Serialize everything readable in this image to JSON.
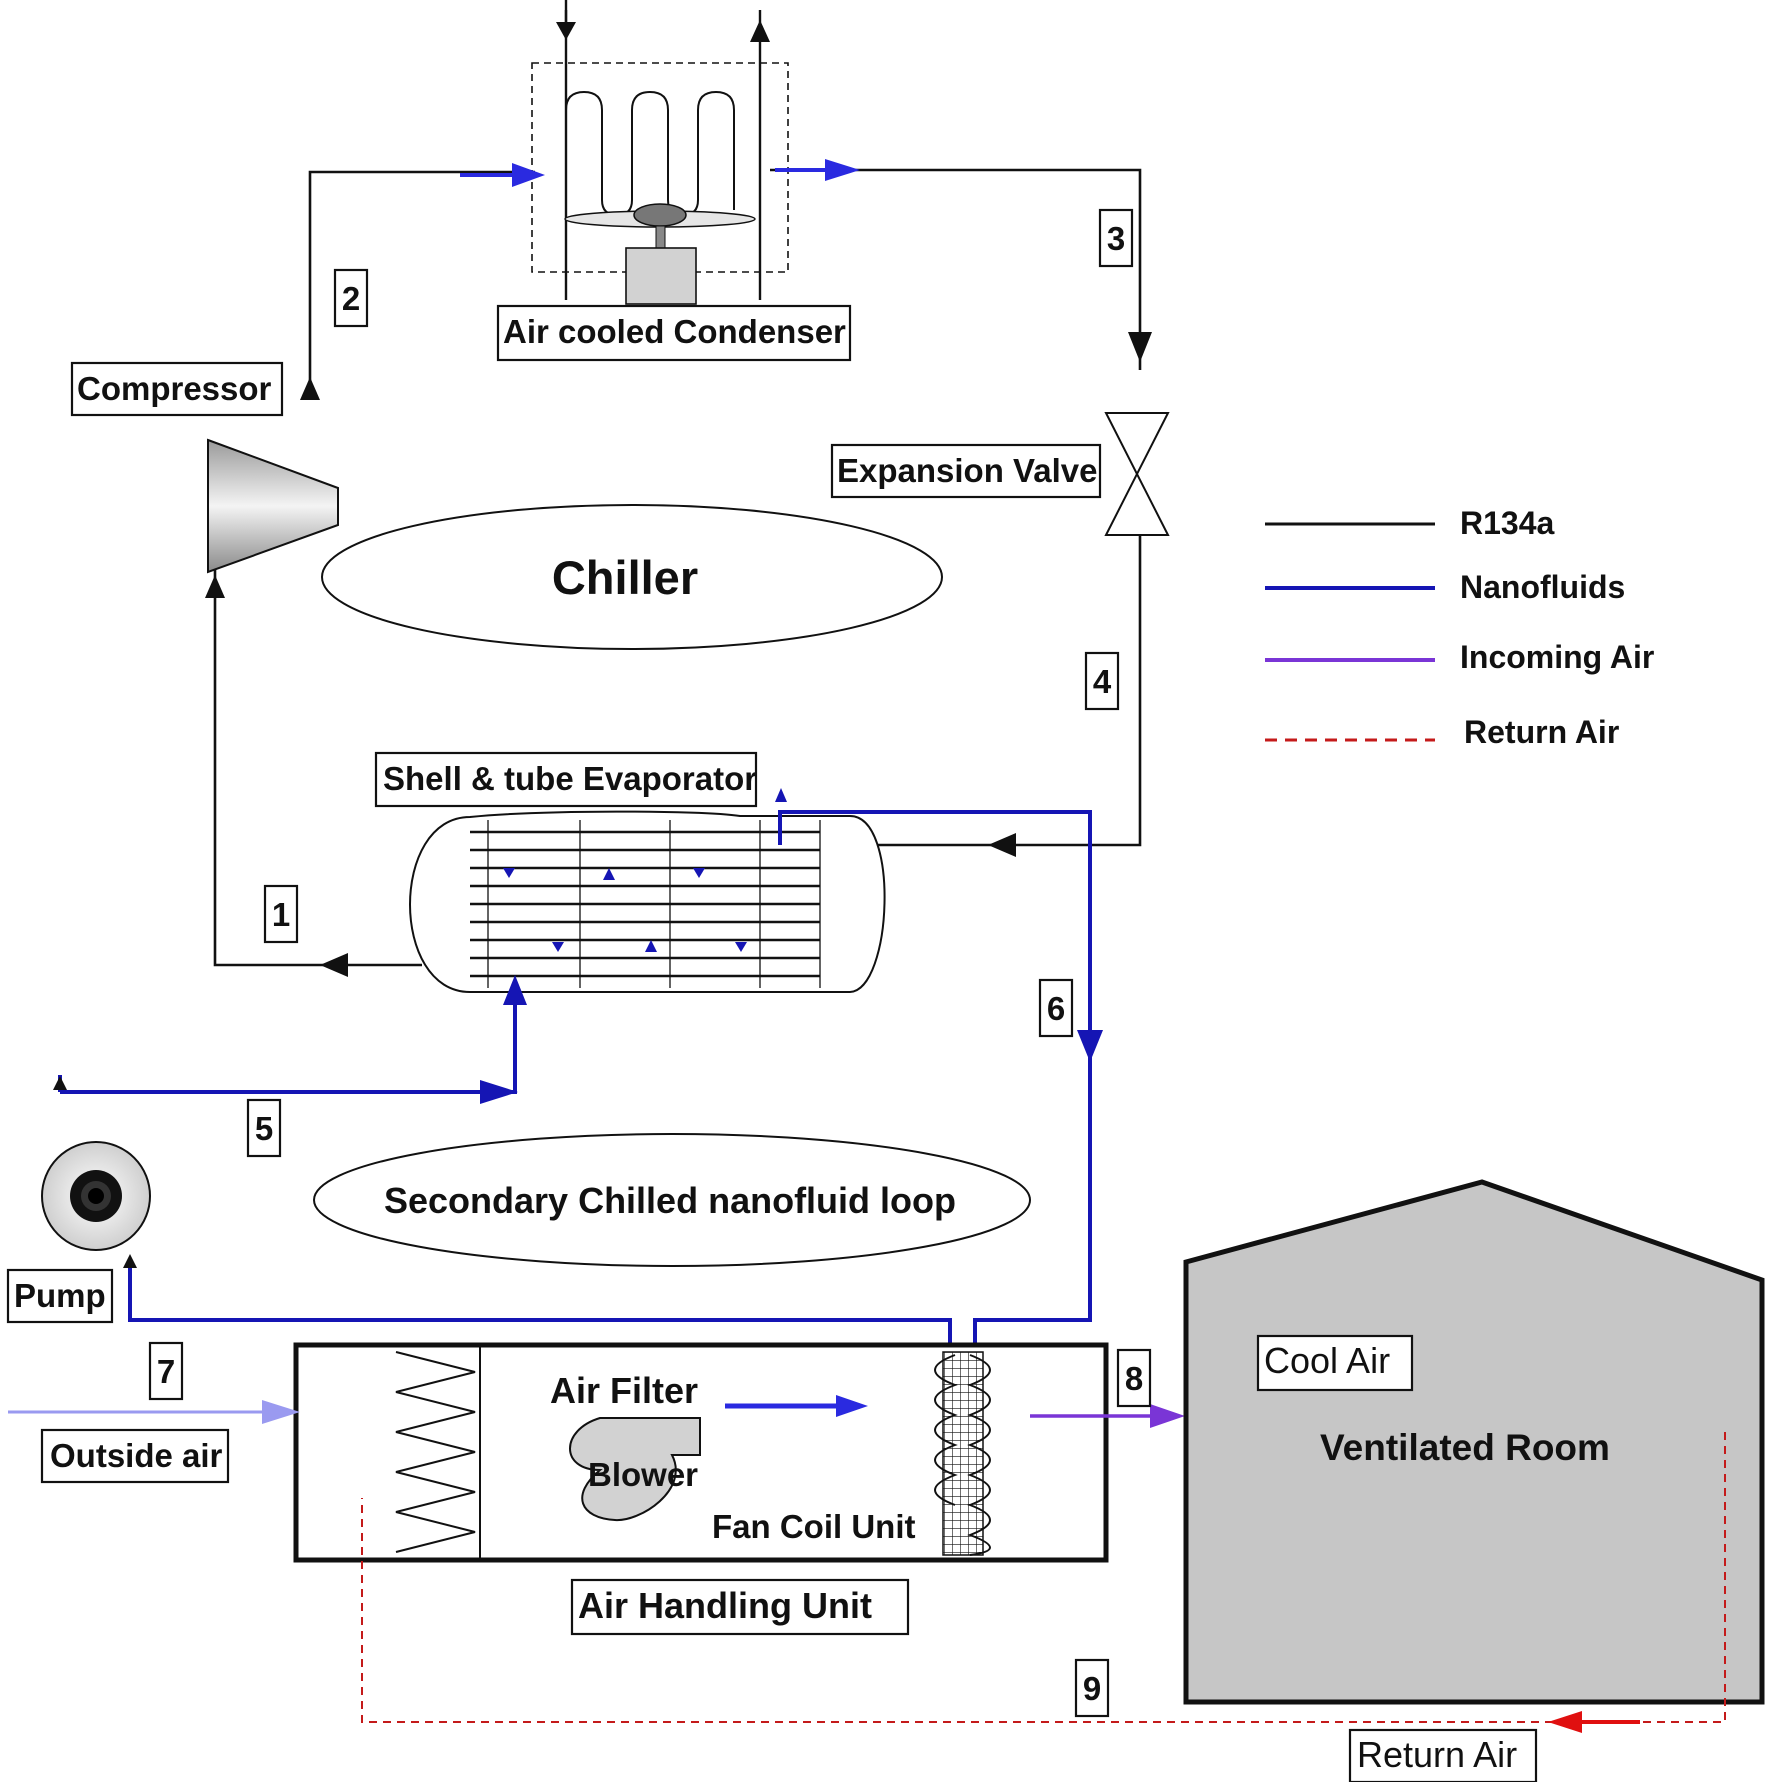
{
  "labels": {
    "compressor": "Compressor",
    "condenser": "Air cooled Condenser",
    "expansion_valve": "Expansion Valve",
    "chiller": "Chiller",
    "evaporator": "Shell & tube Evaporator",
    "secondary_loop": "Secondary Chilled nanofluid loop",
    "pump": "Pump",
    "outside_air": "Outside air",
    "air_filter": "Air Filter",
    "blower": "Blower",
    "fan_coil": "Fan Coil Unit",
    "ahu": "Air Handling Unit",
    "cool_air": "Cool Air",
    "room": "Ventilated Room",
    "return_air": "Return Air"
  },
  "state_points": [
    "1",
    "2",
    "3",
    "4",
    "5",
    "6",
    "7",
    "8",
    "9"
  ],
  "legend": [
    {
      "label": "R134a",
      "color": "#111111",
      "style": "solid"
    },
    {
      "label": "Nanofluids",
      "color": "#1515b4",
      "style": "solid"
    },
    {
      "label": "Incoming Air",
      "color": "#7a35d6",
      "style": "solid"
    },
    {
      "label": "Return Air",
      "color": "#c41a1a",
      "style": "dashed"
    }
  ]
}
